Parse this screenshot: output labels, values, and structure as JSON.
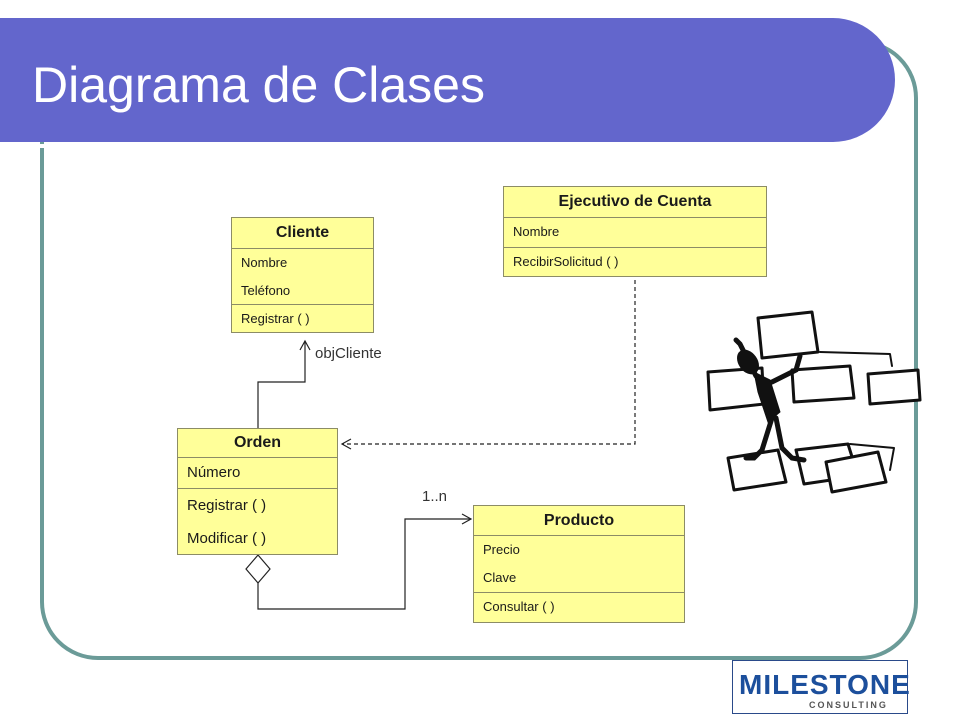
{
  "slide": {
    "title": "Diagrama de Clases"
  },
  "diagram": {
    "classes": {
      "cliente": {
        "name": "Cliente",
        "attributes": [
          "Nombre",
          "Teléfono"
        ],
        "methods": [
          "Registrar ( )"
        ]
      },
      "ejecutivo": {
        "name": "Ejecutivo de Cuenta",
        "attributes": [
          "Nombre"
        ],
        "methods": [
          "RecibirSolicitud ( )"
        ]
      },
      "orden": {
        "name": "Orden",
        "attributes": [
          "Número"
        ],
        "methods": [
          "Registrar ( )",
          "Modificar ( )"
        ]
      },
      "producto": {
        "name": "Producto",
        "attributes": [
          "Precio",
          "Clave"
        ],
        "methods": [
          "Consultar ( )"
        ]
      }
    },
    "associations": {
      "orden_cliente": "objCliente",
      "orden_producto": "1..n"
    }
  },
  "logo": {
    "text": "MILESTONE",
    "subtext": "CONSULTING"
  },
  "colors": {
    "title_bar": "#6366cc",
    "frame": "#6b9b98",
    "class_fill": "#ffff99",
    "logo": "#1c4f9c"
  }
}
